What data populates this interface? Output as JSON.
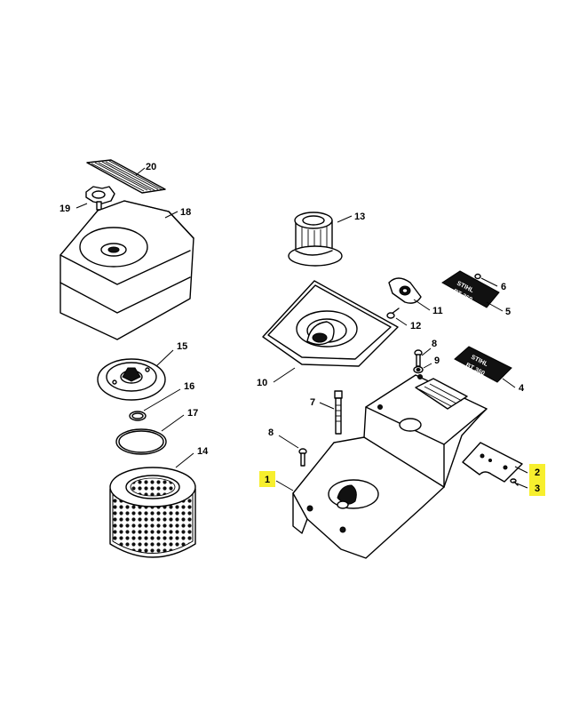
{
  "callouts": [
    {
      "num": "1",
      "highlight": true
    },
    {
      "num": "2",
      "highlight": true
    },
    {
      "num": "3",
      "highlight": true
    },
    {
      "num": "4",
      "highlight": false
    },
    {
      "num": "5",
      "highlight": false
    },
    {
      "num": "6",
      "highlight": false
    },
    {
      "num": "7",
      "highlight": false
    },
    {
      "num": "8",
      "highlight": false
    },
    {
      "num": "8",
      "highlight": false
    },
    {
      "num": "9",
      "highlight": false
    },
    {
      "num": "10",
      "highlight": false
    },
    {
      "num": "11",
      "highlight": false
    },
    {
      "num": "12",
      "highlight": false
    },
    {
      "num": "13",
      "highlight": false
    },
    {
      "num": "14",
      "highlight": false
    },
    {
      "num": "15",
      "highlight": false
    },
    {
      "num": "16",
      "highlight": false
    },
    {
      "num": "17",
      "highlight": false
    },
    {
      "num": "18",
      "highlight": false
    },
    {
      "num": "19",
      "highlight": false
    },
    {
      "num": "20",
      "highlight": false
    }
  ],
  "decal_text": {
    "line1": "STIHL",
    "line2": "BT 360"
  },
  "colors": {
    "highlight": "#f7ef2e",
    "ink": "#000000",
    "paper": "#ffffff"
  }
}
